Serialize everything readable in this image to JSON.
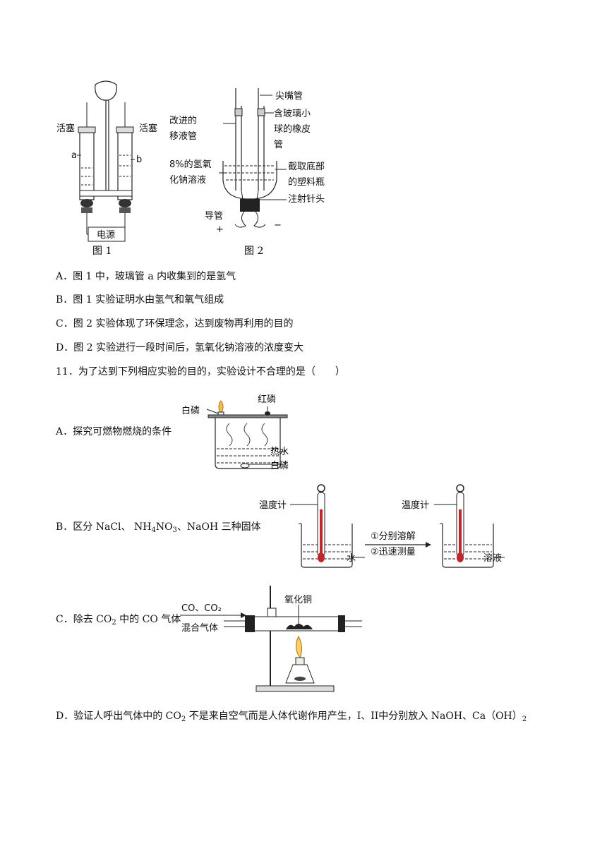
{
  "fig1": {
    "labels": {
      "stopcock_left": "活塞",
      "stopcock_right": "活塞",
      "tube_a": "a",
      "tube_b": "b",
      "power": "电源"
    },
    "caption": "图 1"
  },
  "fig2": {
    "labels": {
      "tip": "尖嘴管",
      "pipette_1": "改进的",
      "pipette_2": "移液管",
      "rubber_1": "含玻璃小",
      "rubber_2": "球的橡皮",
      "rubber_3": "管",
      "naoh_1": "8%的氢氧",
      "naoh_2": "化钠溶液",
      "bottle_1": "截取底部",
      "bottle_2": "的塑料瓶",
      "needle": "注射针头",
      "wire": "导管",
      "plus": "+",
      "minus": "−"
    },
    "caption": "图 2"
  },
  "q10": {
    "A": "A．图 1 中，玻璃管 a 内收集到的是氢气",
    "B": "B．图 1 实验证明水由氢气和氧气组成",
    "C": "C．图 2 实验体现了环保理念，达到废物再利用的目的",
    "D": "D．图 2 实验进行一段时间后，氢氧化钠溶液的浓度变大"
  },
  "q11": {
    "stem": "11．为了达到下列相应实验的目的，实验设计不合理的是（　　）",
    "A": {
      "text": "A．探究可燃物燃烧的条件",
      "labels": {
        "red_p": "红磷",
        "white_p_top": "白磷",
        "hot_water": "热水",
        "white_p_bottom": "白磷"
      }
    },
    "B": {
      "text_pre": "B．区分 NaCl、 NH",
      "sub1": "4",
      "text_mid": "NO",
      "sub2": "3",
      "text_post": "、NaOH 三种固体",
      "labels": {
        "thermo_1": "温度计",
        "thermo_2": "温度计",
        "water": "水",
        "solution": "溶液",
        "step1": "①分别溶解",
        "step2": "②迅速测量"
      }
    },
    "C": {
      "text_pre": "C．除去 CO",
      "sub": "2",
      "text_post": " 中的 CO 气体",
      "labels": {
        "gas": "CO、CO₂",
        "mix": "混合气体",
        "cuo": "氧化铜"
      }
    },
    "D": {
      "text_pre": "D．验证人呼出气体中的 CO",
      "sub1": "2",
      "text_post": " 不是来自空气而是人体代谢作用产生，I、II中分别放入 NaOH、Ca（OH）",
      "sub2": "2"
    }
  }
}
